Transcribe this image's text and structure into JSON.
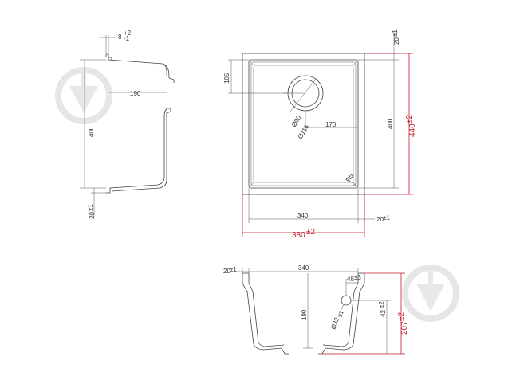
{
  "colors": {
    "line": "#444444",
    "overall_dim": "#c41e2a",
    "watermark": "#e8e8e8"
  },
  "side_view": {
    "top_thickness": "8",
    "top_thickness_tol": "+2\n-1",
    "inner_width": "190",
    "height": "400",
    "base_thickness": "20",
    "base_thickness_tol": "±1"
  },
  "top_view": {
    "rim_top": "20",
    "rim_top_tol": "±1",
    "drain_offset": "105",
    "drain_inner": "Ø90",
    "drain_outer": "Ø116",
    "drain_from_right": "170",
    "inner_height": "400",
    "overall_height": "440",
    "overall_height_tol": "±2",
    "corner_radius": "R5",
    "inner_width": "340",
    "rim_right": "20",
    "rim_right_tol": "±1",
    "overall_width": "380",
    "overall_width_tol": "±2"
  },
  "front_view": {
    "rim_left": "20",
    "rim_left_tol": "±1",
    "inner_width": "340",
    "overflow_pos": "48",
    "overflow_pos_tol": "±3",
    "depth": "190",
    "overflow_diameter": "Ø32",
    "overflow_diameter_tol": "±1",
    "overflow_height": "42",
    "overflow_height_tol": "±2",
    "overall_depth": "207",
    "overall_depth_tol": "±2"
  },
  "watermark_icons": [
    "drop-logo-icon",
    "drop-logo-icon"
  ]
}
